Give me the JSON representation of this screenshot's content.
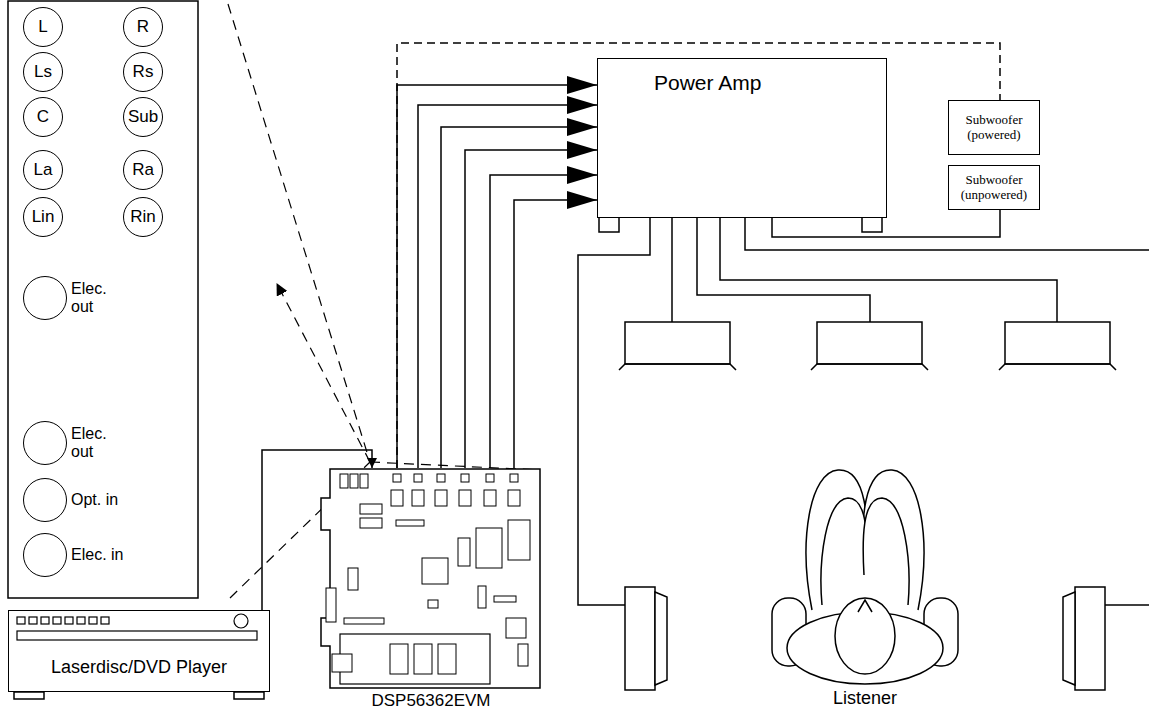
{
  "diagram": {
    "nodes": [
      {
        "text": [
          "L"
        ]
      },
      {
        "text": [
          "R"
        ]
      },
      {
        "text": [
          "Ls"
        ]
      },
      {
        "text": [
          "Rs"
        ]
      },
      {
        "text": [
          "C"
        ]
      },
      {
        "text": [
          "Sub"
        ]
      },
      {
        "text": [
          "La"
        ]
      },
      {
        "text": [
          "Ra"
        ]
      },
      {
        "text": [
          "Lin"
        ]
      },
      {
        "text": [
          "Rin"
        ]
      },
      {
        "text": [
          "Elec. out"
        ]
      },
      {
        "text": [
          "Elec. out"
        ]
      },
      {
        "text": [
          "Opt. in"
        ]
      },
      {
        "text": [
          "Elec. in"
        ]
      },
      {
        "text": [
          "Power Amp"
        ]
      },
      {
        "text": [
          "Subwoofer (powered)"
        ]
      },
      {
        "text": [
          "Subwoofer (unpowered)"
        ]
      },
      {
        "text": [
          "Laserdisc/DVD Player"
        ]
      },
      {
        "text": [
          "DSP56362EVM"
        ]
      }
    ],
    "edges": [
      {
        "from": 18,
        "to": 14,
        "arrow": "to"
      },
      {
        "from": 18,
        "to": 14,
        "arrow": "to"
      },
      {
        "from": 18,
        "to": 14,
        "arrow": "to"
      },
      {
        "from": 18,
        "to": 14,
        "arrow": "to"
      },
      {
        "from": 18,
        "to": 14,
        "arrow": "to"
      },
      {
        "from": 18,
        "to": 14,
        "arrow": "to"
      },
      {
        "from": 18,
        "to": 15,
        "arrow": "none"
      },
      {
        "from": 14,
        "to": 16,
        "arrow": "none"
      },
      {
        "from": 17,
        "to": 18,
        "arrow": "to"
      }
    ],
    "labels": [
      "Listener"
    ]
  }
}
